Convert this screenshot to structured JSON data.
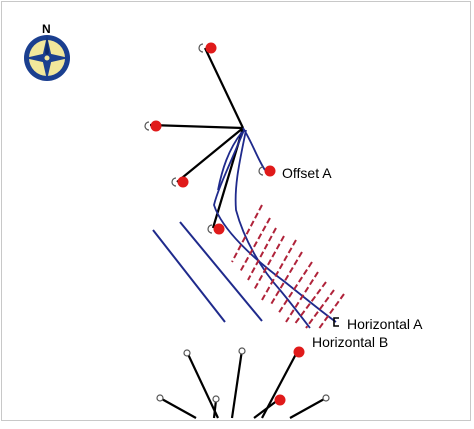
{
  "compass": {
    "north_label": "N",
    "icon": "compass-rose-icon"
  },
  "labels": {
    "offset_a": "Offset A",
    "horizontal_a": "Horizontal A",
    "horizontal_b": "Horizontal B"
  },
  "colors": {
    "well_path": "#1f2a8c",
    "seismic_line": "#b0233a",
    "well_marker": "#e01a1a",
    "spoke": "#000000",
    "compass_ring": "#1b3f8f",
    "compass_fill": "#f2e79b"
  }
}
